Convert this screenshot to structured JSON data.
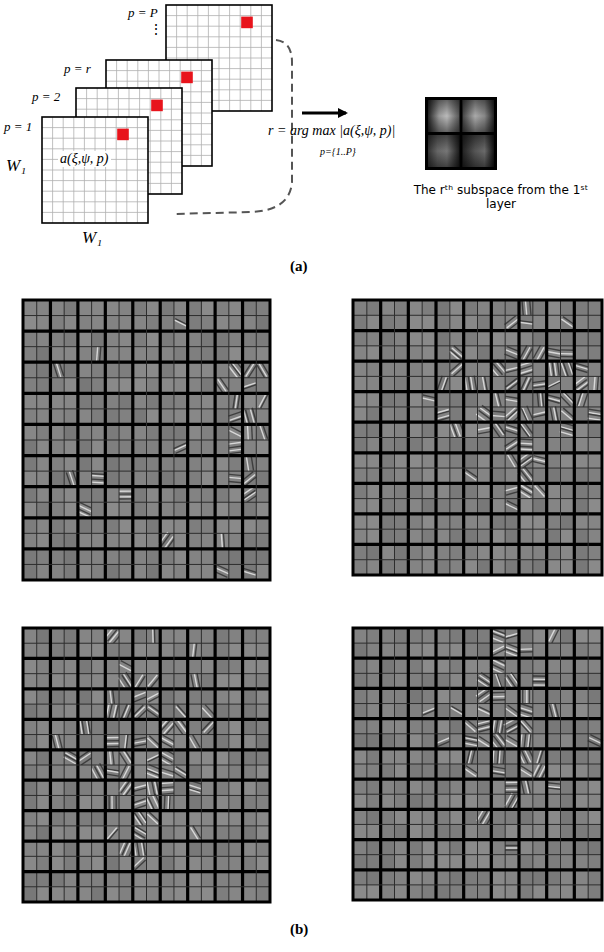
{
  "diagram": {
    "labels": [
      "p = P",
      "⋮",
      "p = r",
      "p = 2",
      "p = 1",
      "a(ξ,ψ, p)",
      "W₁",
      "W₁",
      "r = arg max |a(ξ,ψ, p)|",
      "p={1..P}",
      "The rᵗʰ subspace from the 1ˢᵗ layer",
      "(a)",
      "(b)"
    ]
  }
}
